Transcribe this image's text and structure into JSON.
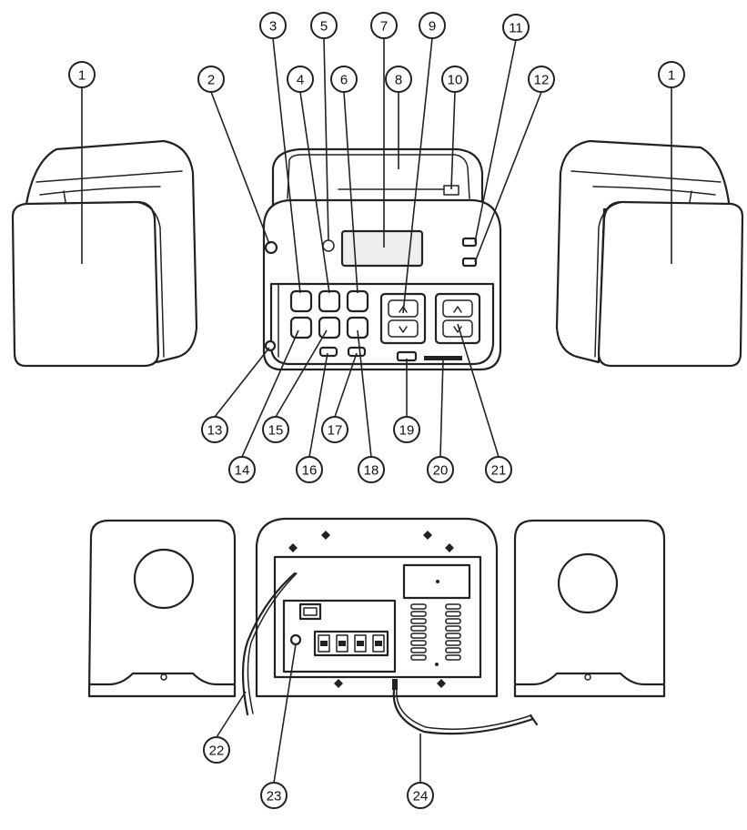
{
  "callouts": [
    {
      "id": "c1a",
      "label": "1"
    },
    {
      "id": "c1b",
      "label": "1"
    },
    {
      "id": "c2",
      "label": "2"
    },
    {
      "id": "c3",
      "label": "3"
    },
    {
      "id": "c4",
      "label": "4"
    },
    {
      "id": "c5",
      "label": "5"
    },
    {
      "id": "c6",
      "label": "6"
    },
    {
      "id": "c7",
      "label": "7"
    },
    {
      "id": "c8",
      "label": "8"
    },
    {
      "id": "c9",
      "label": "9"
    },
    {
      "id": "c10",
      "label": "10"
    },
    {
      "id": "c11",
      "label": "11"
    },
    {
      "id": "c12",
      "label": "12"
    },
    {
      "id": "c13",
      "label": "13"
    },
    {
      "id": "c14",
      "label": "14"
    },
    {
      "id": "c15",
      "label": "15"
    },
    {
      "id": "c16",
      "label": "16"
    },
    {
      "id": "c17",
      "label": "17"
    },
    {
      "id": "c18",
      "label": "18"
    },
    {
      "id": "c19",
      "label": "19"
    },
    {
      "id": "c20",
      "label": "20"
    },
    {
      "id": "c21",
      "label": "21"
    },
    {
      "id": "c22",
      "label": "22"
    },
    {
      "id": "c23",
      "label": "23"
    },
    {
      "id": "c24",
      "label": "24"
    }
  ]
}
